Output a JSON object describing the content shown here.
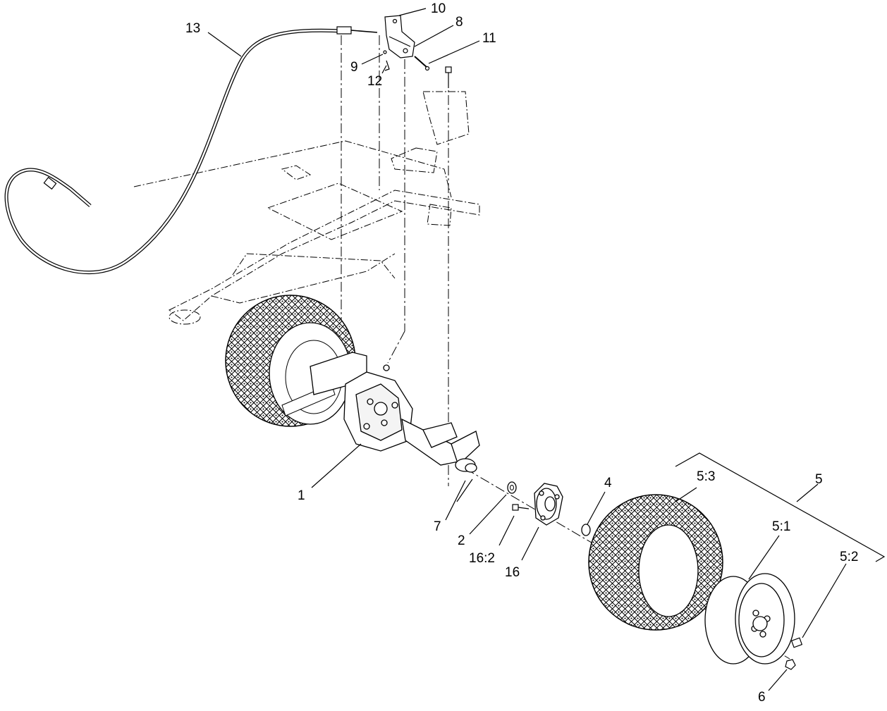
{
  "diagram": {
    "type": "exploded-parts-view",
    "callouts": {
      "c10": "10",
      "c8": "8",
      "c11": "11",
      "c9": "9",
      "c12": "12",
      "c13": "13",
      "c1": "1",
      "c7": "7",
      "c2": "2",
      "c162": "16:2",
      "c16": "16",
      "c4": "4",
      "c53": "5:3",
      "c5": "5",
      "c51": "5:1",
      "c52": "5:2",
      "c6": "6"
    }
  }
}
